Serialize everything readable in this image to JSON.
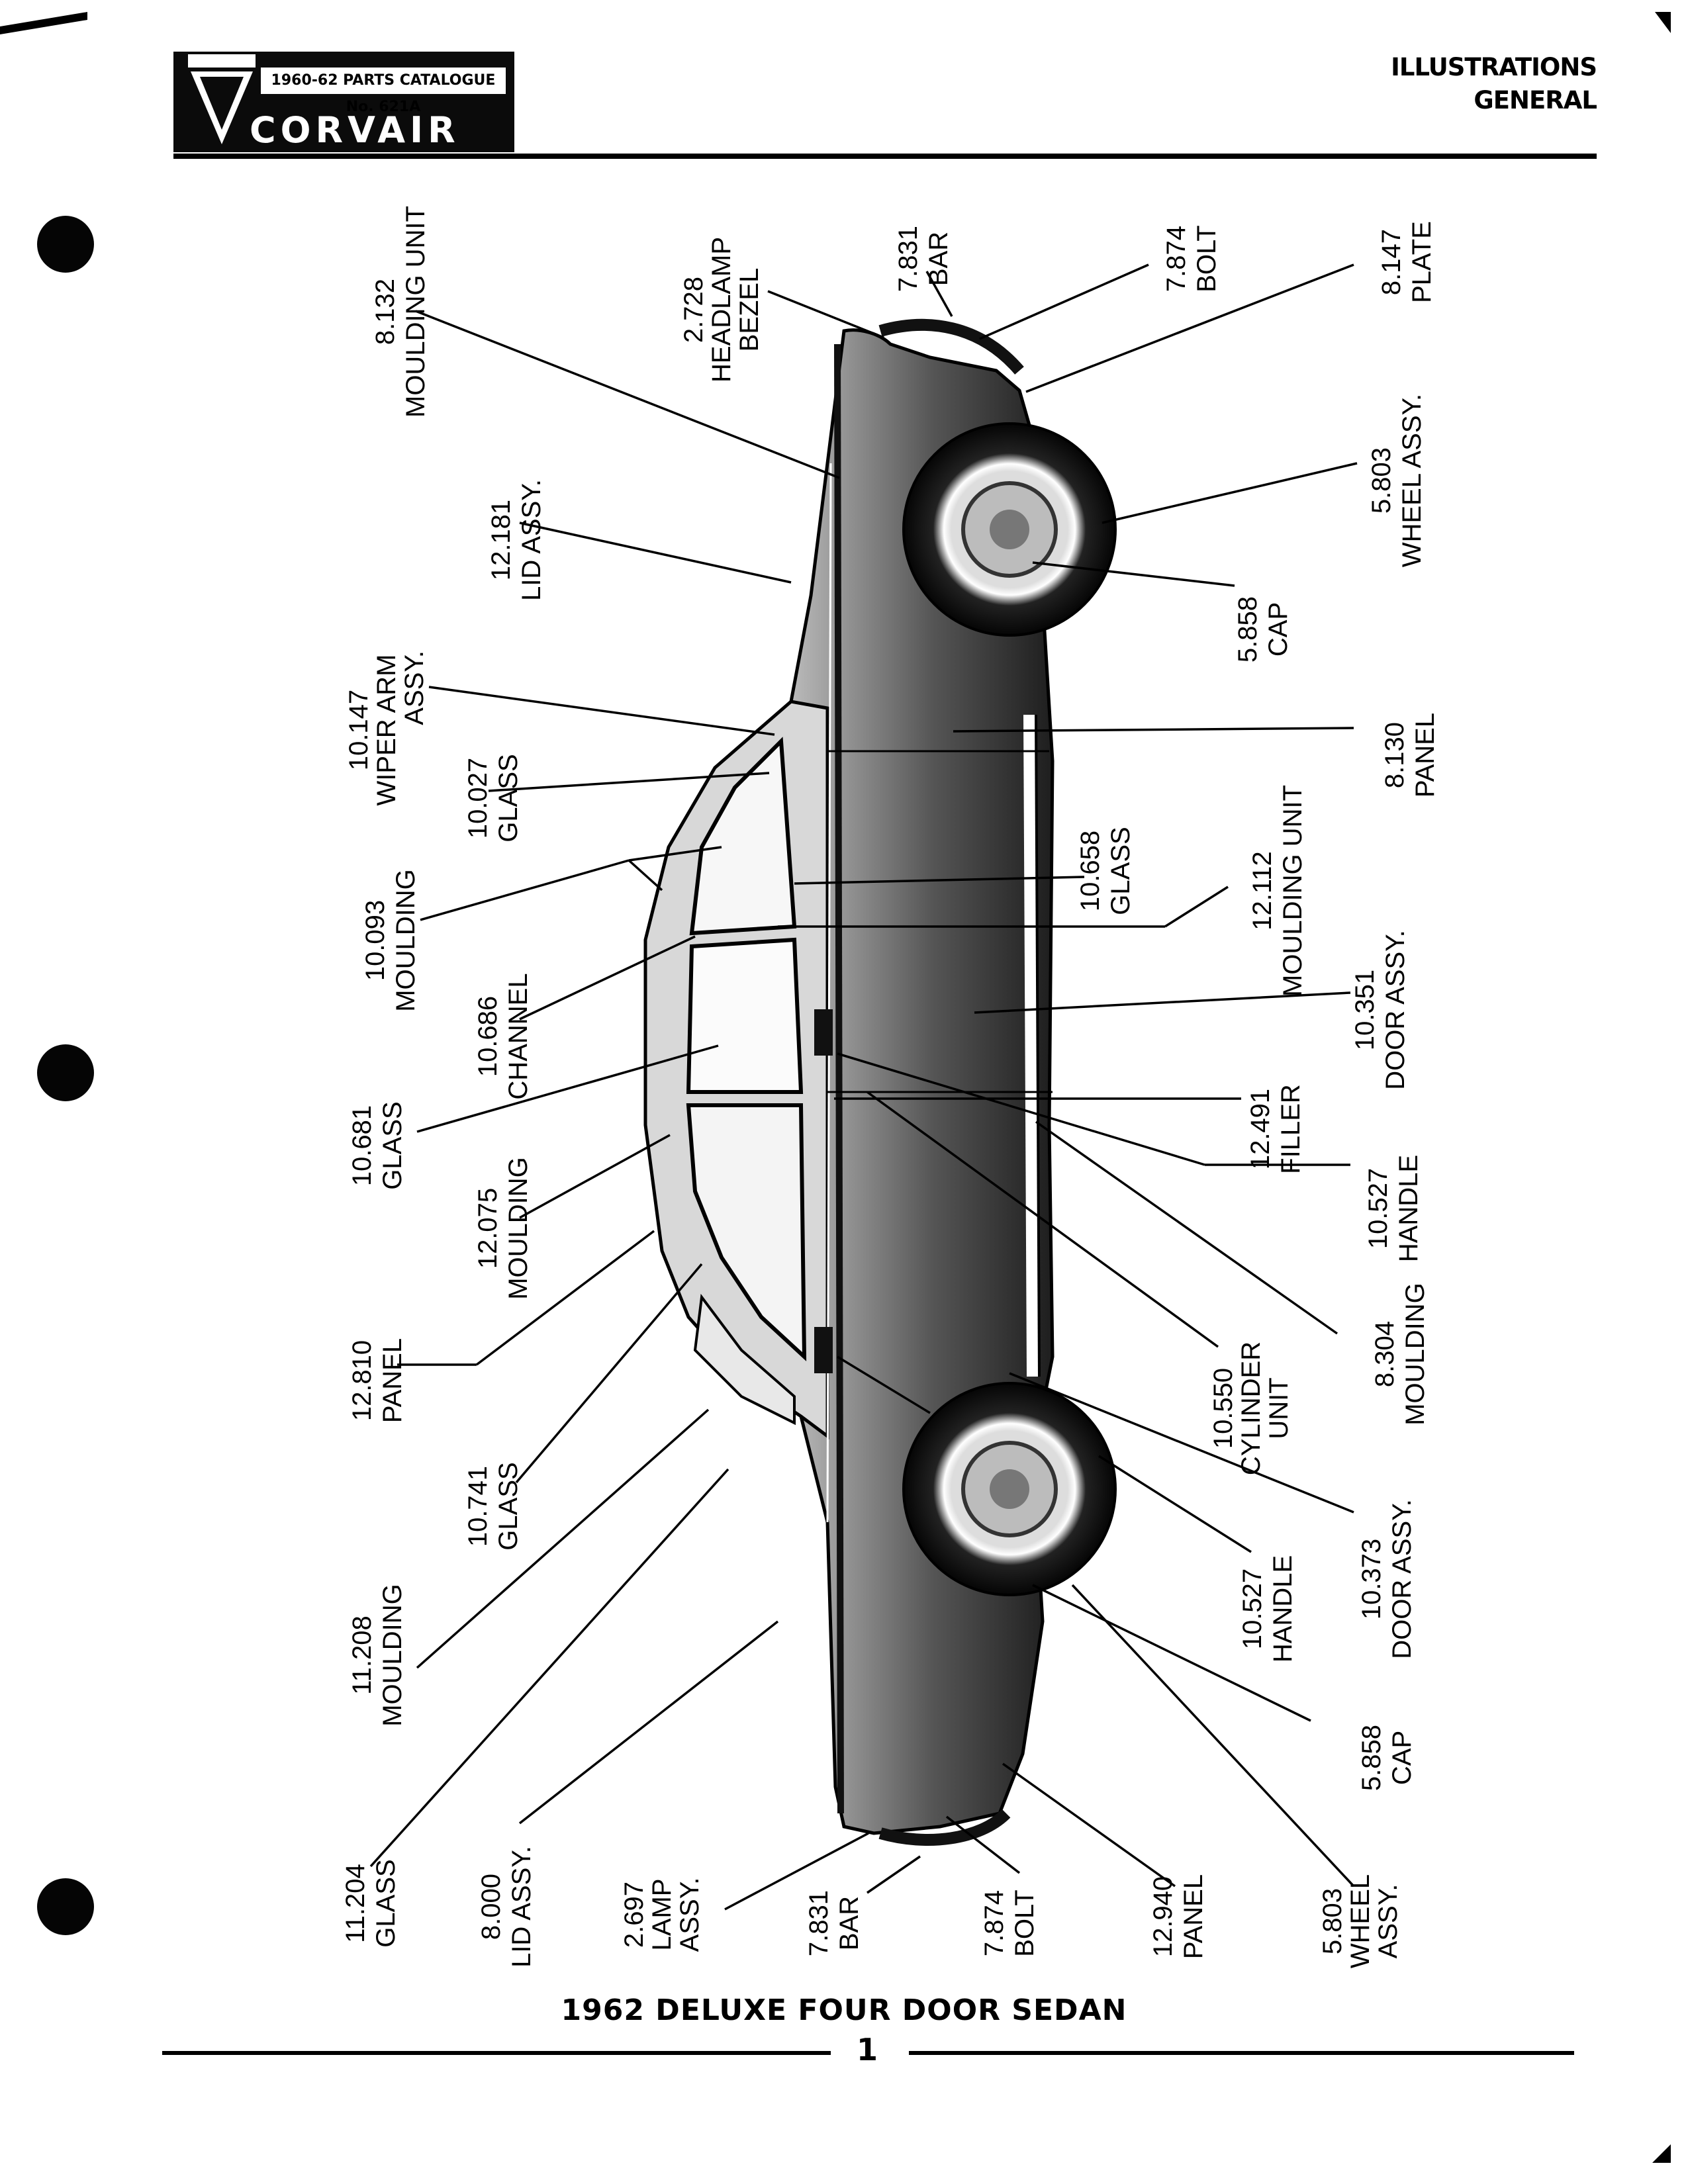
{
  "header": {
    "catalogue_label": "1960-62 PARTS CATALOGUE No. 621A",
    "brand": "CORVAIR",
    "section_line1": "ILLUSTRATIONS",
    "section_line2": "GENERAL"
  },
  "caption": "1962 DELUXE FOUR DOOR SEDAN",
  "page_number": "1",
  "labels": {
    "l_8132": {
      "code": "8.132",
      "name": "MOULDING UNIT"
    },
    "l_12181": {
      "code": "12.181",
      "name": "LID ASSY."
    },
    "l_10147": {
      "code": "10.147",
      "name": "WIPER ARM",
      "name2": "ASSY."
    },
    "l_10027": {
      "code": "10.027",
      "name": "GLASS"
    },
    "l_10093": {
      "code": "10.093",
      "name": "MOULDING"
    },
    "l_10686": {
      "code": "10.686",
      "name": "CHANNEL"
    },
    "l_10681": {
      "code": "10.681",
      "name": "GLASS"
    },
    "l_12075": {
      "code": "12.075",
      "name": "MOULDING"
    },
    "l_12810": {
      "code": "12.810",
      "name": "PANEL"
    },
    "l_10741": {
      "code": "10.741",
      "name": "GLASS"
    },
    "l_11208": {
      "code": "11.208",
      "name": "MOULDING"
    },
    "l_11204": {
      "code": "11.204",
      "name": "GLASS"
    },
    "l_8000": {
      "code": "8.000",
      "name": "LID ASSY."
    },
    "l_2697": {
      "code": "2.697",
      "name": "LAMP",
      "name2": "ASSY."
    },
    "l_7831b": {
      "code": "7.831",
      "name": "BAR"
    },
    "l_7874b": {
      "code": "7.874",
      "name": "BOLT"
    },
    "l_12940": {
      "code": "12.940",
      "name": "PANEL"
    },
    "l_5803b": {
      "code": "5.803",
      "name": "WHEEL",
      "name2": "ASSY."
    },
    "l_2728": {
      "code": "2.728",
      "name": "HEADLAMP",
      "name2": "BEZEL"
    },
    "l_7831t": {
      "code": "7.831",
      "name": "BAR"
    },
    "l_7874t": {
      "code": "7.874",
      "name": "BOLT"
    },
    "l_8147": {
      "code": "8.147",
      "name": "PLATE"
    },
    "l_5803t": {
      "code": "5.803",
      "name": "WHEEL ASSY."
    },
    "l_5858t": {
      "code": "5.858",
      "name": "CAP"
    },
    "l_8130": {
      "code": "8.130",
      "name": "PANEL"
    },
    "l_10658": {
      "code": "10.658",
      "name": "GLASS"
    },
    "l_12112": {
      "code": "12.112",
      "name": "MOULDING UNIT"
    },
    "l_10351": {
      "code": "10.351",
      "name": "DOOR ASSY."
    },
    "l_12491": {
      "code": "12.491",
      "name": "FILLER"
    },
    "l_10527t": {
      "code": "10.527",
      "name": "HANDLE"
    },
    "l_10550": {
      "code": "10.550",
      "name": "CYLINDER",
      "name2": "UNIT"
    },
    "l_8304": {
      "code": "8.304",
      "name": "MOULDING"
    },
    "l_10527b": {
      "code": "10.527",
      "name": "HANDLE"
    },
    "l_10373": {
      "code": "10.373",
      "name": "DOOR ASSY."
    },
    "l_5858b": {
      "code": "5.858",
      "name": "CAP"
    }
  }
}
